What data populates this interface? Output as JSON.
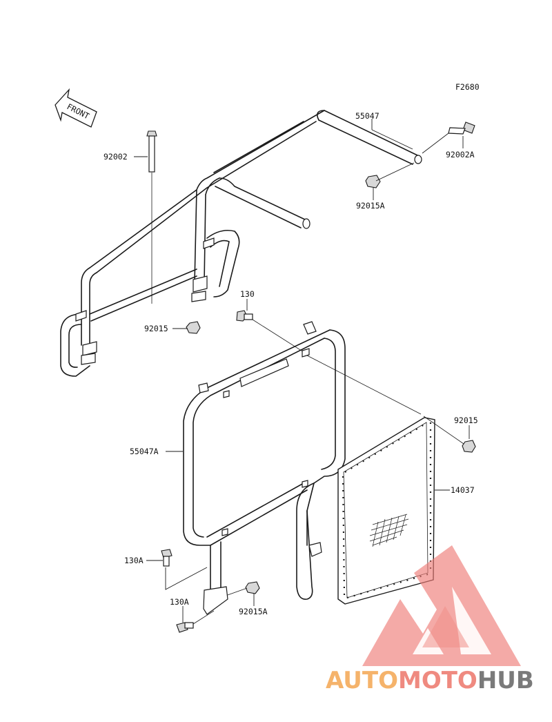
{
  "figure_code": "F2680",
  "front_arrow_text": "FRONT",
  "labels": {
    "l_55047": "55047",
    "l_92002": "92002",
    "l_92002A": "92002A",
    "l_92015A_top": "92015A",
    "l_92015_left": "92015",
    "l_130": "130",
    "l_92015_right": "92015",
    "l_55047A": "55047A",
    "l_14037": "14037",
    "l_130A_upper": "130A",
    "l_130A_lower": "130A",
    "l_92015A_bottom": "92015A"
  },
  "watermark": {
    "text_auto": "AUTO",
    "text_moto": "MOTO",
    "text_hub": "HUB",
    "color_auto": "#f5b36b",
    "color_moto": "#ef8a80",
    "color_hub": "#7a7a7a",
    "color_logo": "#ee7b75"
  }
}
